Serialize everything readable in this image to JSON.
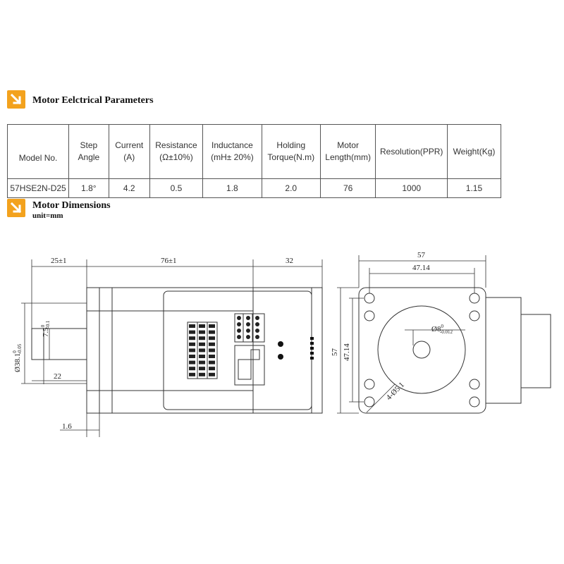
{
  "sections": {
    "electrical": {
      "title": "Motor Eelctrical Parameters"
    },
    "dimensions": {
      "title": "Motor Dimensions",
      "unit": "unit=mm"
    }
  },
  "table": {
    "headers": [
      "Model No.",
      "Step\nAngle",
      "Current\n(A)",
      "Resistance\n(Ω±10%)",
      "Inductance\n(mH± 20%)",
      "Holding\nTorque(N.m)",
      "Motor\nLength(mm)",
      "Resolution(PPR)",
      "Weight(Kg)"
    ],
    "rows": [
      [
        "57HSE2N-D25",
        "1.8°",
        "4.2",
        "0.5",
        "1.8",
        "2.0",
        "76",
        "1000",
        "1.15"
      ]
    ]
  },
  "dimensions": {
    "front_flange": "25±1",
    "body_length": "76±1",
    "driver_length": "32",
    "shaft_length": "22",
    "flange_thickness": "1.6",
    "pilot_diameter": "Ø38.1",
    "pilot_tolerance_upper": "0",
    "pilot_tolerance_lower": "-0.05",
    "shaft_flat": "7.5",
    "shaft_flat_tol_upper": "0",
    "shaft_flat_tol_lower": "-0.1",
    "width_total": "57",
    "hole_spacing": "47.14",
    "height_total": "57",
    "hole_spacing_vertical": "47.14",
    "shaft_diameter": "Ø8",
    "shaft_dia_tol_upper": "0",
    "shaft_dia_tol_lower": "-0.012",
    "mount_holes": "4-Ø5.1"
  },
  "colors": {
    "accent": "#f3a21d",
    "line": "#333333"
  },
  "icons": {
    "section": "arrow-down-right-icon"
  }
}
